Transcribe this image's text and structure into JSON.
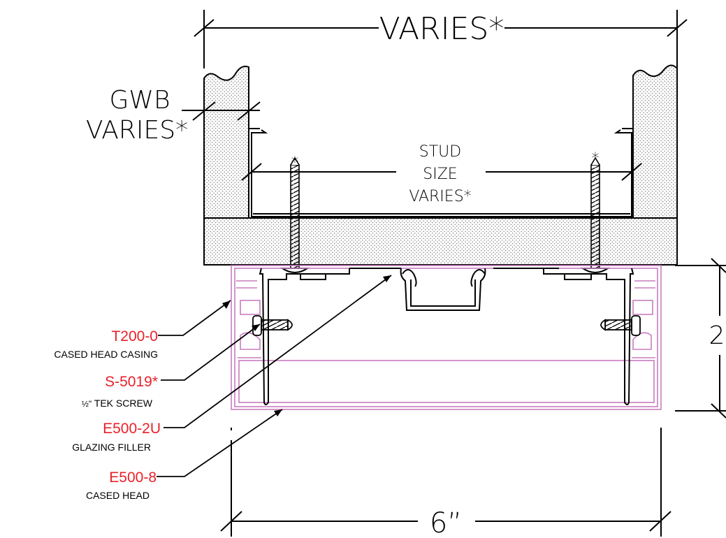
{
  "dimensions": {
    "overall_width": "VARIES*",
    "gwb_line1": "GWB",
    "gwb_line2": "VARIES*",
    "stud_line1": "STUD",
    "stud_line2": "SIZE",
    "stud_line3": "VARIES*",
    "frame_width": "6”",
    "frame_height": "2",
    "screw_mark_left": "*",
    "screw_mark_right": "*"
  },
  "callouts": [
    {
      "part": "T200-0",
      "desc": "CASED HEAD CASING"
    },
    {
      "part": "S-5019*",
      "desc_prefix": "½\"",
      "desc": " TEK SCREW"
    },
    {
      "part": "E500-2U",
      "desc": "GLAZING FILLER"
    },
    {
      "part": "E500-8",
      "desc": "CASED HEAD"
    }
  ],
  "colors": {
    "part_label": "#e8212a",
    "frame": "#c87cbf",
    "line": "#000000"
  }
}
